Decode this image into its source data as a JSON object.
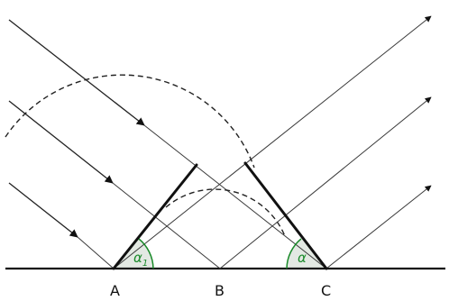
{
  "points": {
    "a": "A",
    "b": "B",
    "c": "C"
  },
  "angles": {
    "left": {
      "symbol": "α",
      "subscript": "1"
    },
    "right": {
      "symbol": "α",
      "subscript": ""
    }
  },
  "colors": {
    "line": "#222222",
    "angle": "#1a8a2a",
    "angle_fill": "#e3e9e3"
  }
}
